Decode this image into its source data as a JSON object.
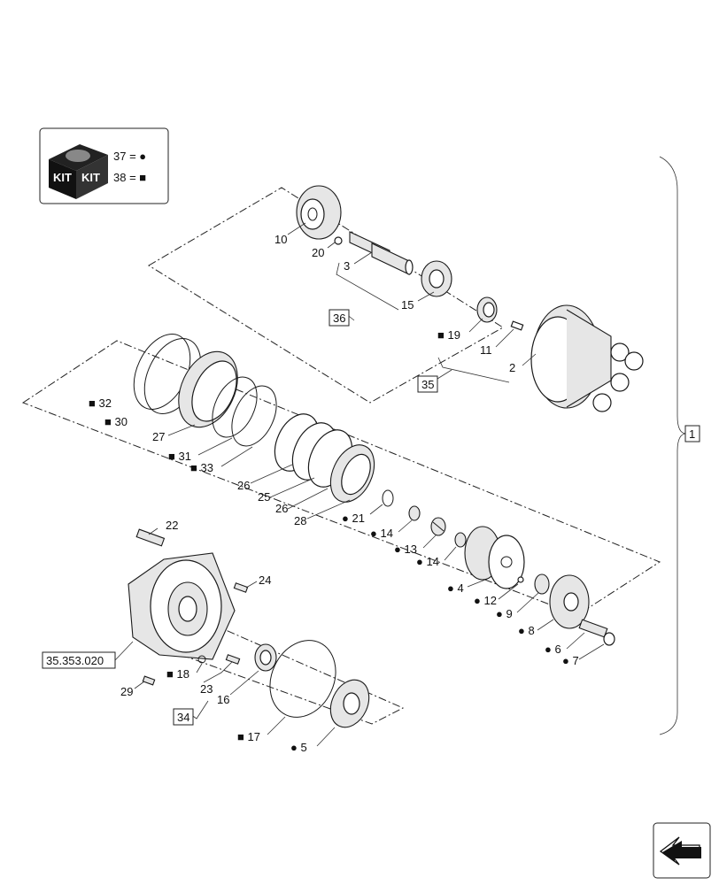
{
  "kit_legend": {
    "icon_text_left": "KIT",
    "icon_text_right": "KIT",
    "line1": "37 = ●",
    "line2": "38 = ■"
  },
  "boxed_refs": {
    "ref_1": "1",
    "ref_34": "34",
    "ref_35": "35",
    "ref_36": "36",
    "ref_assembly": "35.353.020"
  },
  "callouts": {
    "c2": "2",
    "c3": "3",
    "c4": "● 4",
    "c5": "● 5",
    "c6": "● 6",
    "c7": "● 7",
    "c8": "● 8",
    "c9": "● 9",
    "c10": "10",
    "c11": "11",
    "c12": "● 12",
    "c13": "● 13",
    "c14a": "● 14",
    "c14b": "● 14",
    "c15": "15",
    "c16": "16",
    "c17": "■ 17",
    "c18": "■ 18",
    "c19": "■ 19",
    "c20": "20",
    "c21": "● 21",
    "c22": "22",
    "c23": "23",
    "c24": "24",
    "c25": "25",
    "c26a": "26",
    "c26b": "26",
    "c27": "27",
    "c28": "28",
    "c29": "29",
    "c30": "■ 30",
    "c31": "■ 31",
    "c32": "■ 32",
    "c33": "■ 33"
  },
  "nav_icon": "arrow-icon"
}
